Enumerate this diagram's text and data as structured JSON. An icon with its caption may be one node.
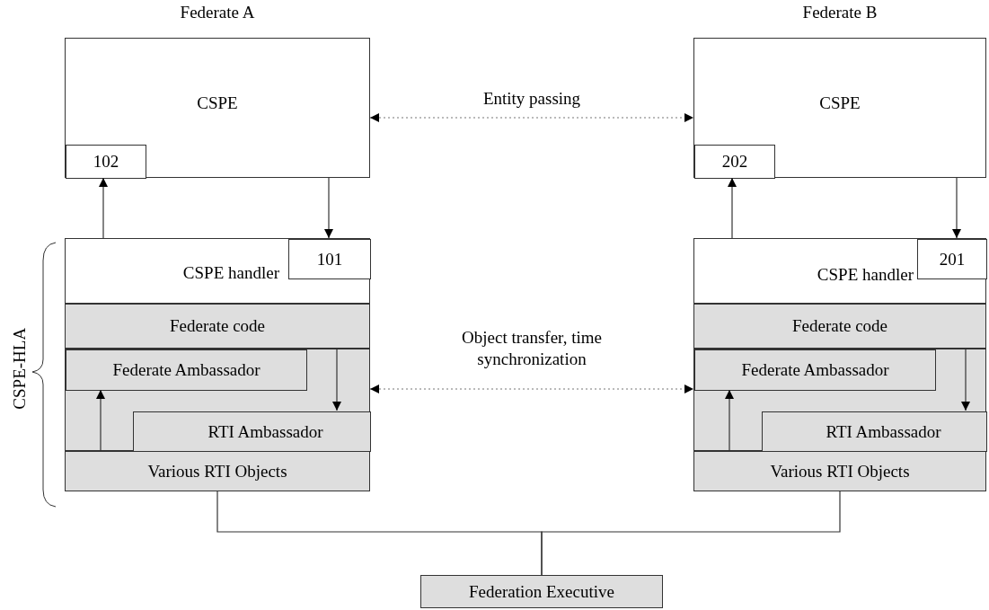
{
  "diagram": {
    "nodes": [
      {
        "text": [
          "CSPE"
        ],
        "beside": [
          "Federate A"
        ]
      },
      {
        "text": [
          "102"
        ],
        "in": 0
      },
      {
        "text": [
          "CSPE"
        ],
        "beside": [
          "Federate B"
        ]
      },
      {
        "text": [
          "202"
        ],
        "in": 2
      },
      {
        "text": [
          "CSPE handler"
        ]
      },
      {
        "text": [
          "101"
        ],
        "in": 4
      },
      {
        "text": [
          "Federate code"
        ]
      },
      {
        "text": [],
        "shape": "box"
      },
      {
        "text": [
          "Federate Ambassador"
        ],
        "in": 7
      },
      {
        "text": [
          "RTI Ambassador"
        ],
        "in": 7
      },
      {
        "text": [
          "Various RTI Objects"
        ]
      },
      {
        "text": [
          "CSPE handler"
        ]
      },
      {
        "text": [
          "201"
        ],
        "in": 11
      },
      {
        "text": [
          "Federate code"
        ]
      },
      {
        "text": [],
        "shape": "box"
      },
      {
        "text": [
          "Federate Ambassador"
        ],
        "in": 14
      },
      {
        "text": [
          "RTI Ambassador"
        ],
        "in": 14
      },
      {
        "text": [
          "Various RTI Objects"
        ]
      },
      {
        "text": [
          "Federation Executive"
        ]
      }
    ],
    "edges": [
      {
        "from": 0,
        "to": 2,
        "arrow": "both",
        "style": "dashed",
        "label": "Entity passing"
      },
      {
        "from": 4,
        "to": 1,
        "arrow": "to"
      },
      {
        "from": 0,
        "to": 5,
        "arrow": "to"
      },
      {
        "from": 6,
        "to": 9,
        "arrow": "to"
      },
      {
        "from": 10,
        "to": 8,
        "arrow": "to"
      },
      {
        "from": 7,
        "to": 14,
        "arrow": "both",
        "style": "dashed",
        "label": "Object transfer, time synchronization"
      },
      {
        "from": 11,
        "to": 3,
        "arrow": "to"
      },
      {
        "from": 2,
        "to": 12,
        "arrow": "to"
      },
      {
        "from": 13,
        "to": 16,
        "arrow": "to"
      },
      {
        "from": 17,
        "to": 15,
        "arrow": "to"
      },
      {
        "from": 10,
        "to": 18,
        "arrow": "none"
      },
      {
        "from": 17,
        "to": 18,
        "arrow": "none"
      }
    ],
    "labels": [
      "CSPE-HLA"
    ]
  }
}
